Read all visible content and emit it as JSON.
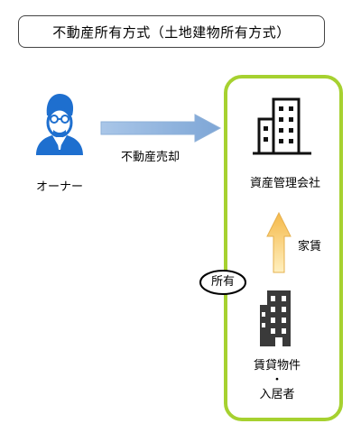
{
  "title": "不動産所有方式（土地建物所有方式）",
  "owner": {
    "label": "オーナー"
  },
  "sale_arrow": {
    "label": "不動産売却"
  },
  "management_company": {
    "label": "資産管理会社"
  },
  "rent_arrow": {
    "label": "家賃"
  },
  "ownership": {
    "label": "所有"
  },
  "property": {
    "line1": "賃貸物件",
    "line2": "・",
    "line3": "入居者"
  },
  "colors": {
    "company_frame": "#a6d130",
    "sale_arrow": "#9fc0e4",
    "rent_arrow": "#f5c46b",
    "owner_icon": "#1e6fcf",
    "building_icon": "#3a3a3a"
  }
}
